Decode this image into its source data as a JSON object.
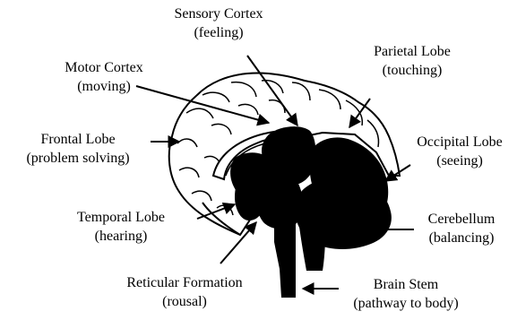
{
  "diagram": {
    "labels": [
      {
        "id": "sensory-cortex",
        "name": "Sensory Cortex",
        "function": "(feeling)"
      },
      {
        "id": "motor-cortex",
        "name": "Motor Cortex",
        "function": "(moving)"
      },
      {
        "id": "parietal-lobe",
        "name": "Parietal Lobe",
        "function": "(touching)"
      },
      {
        "id": "frontal-lobe",
        "name": "Frontal Lobe",
        "function": "(problem solving)"
      },
      {
        "id": "occipital-lobe",
        "name": "Occipital Lobe",
        "function": "(seeing)"
      },
      {
        "id": "temporal-lobe",
        "name": "Temporal Lobe",
        "function": "(hearing)"
      },
      {
        "id": "cerebellum",
        "name": "Cerebellum",
        "function": "(balancing)"
      },
      {
        "id": "reticular-formation",
        "name": "Reticular Formation",
        "function": "(rousal)"
      },
      {
        "id": "brain-stem",
        "name": "Brain Stem",
        "function": "(pathway to body)"
      }
    ],
    "colors": {
      "ink": "#000000",
      "background": "#ffffff"
    }
  }
}
